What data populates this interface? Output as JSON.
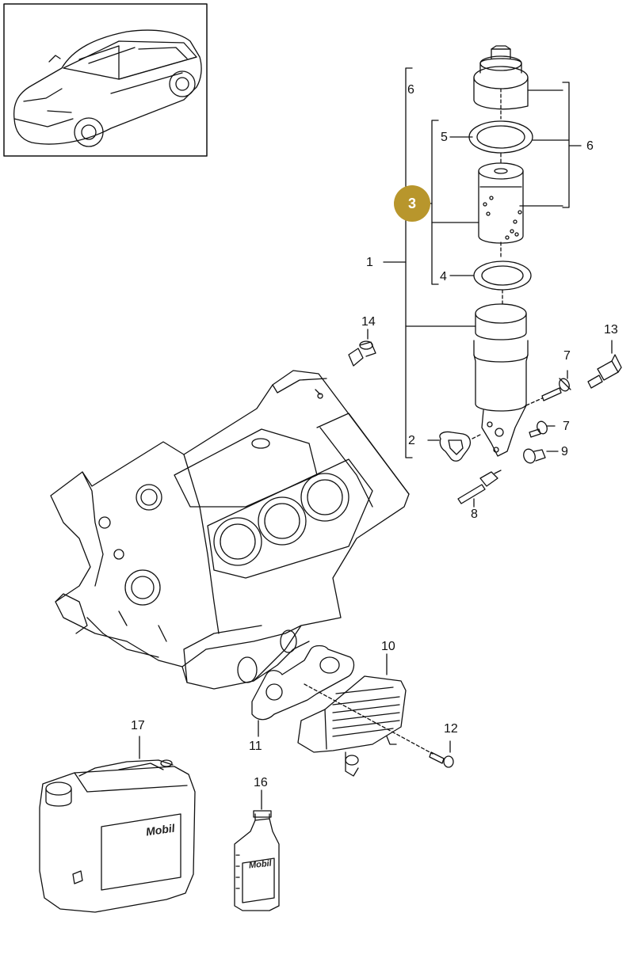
{
  "diagram": {
    "callouts": [
      {
        "id": "c1",
        "text": "1"
      },
      {
        "id": "c2",
        "text": "2"
      },
      {
        "id": "c3",
        "text": "3"
      },
      {
        "id": "c4",
        "text": "4"
      },
      {
        "id": "c5",
        "text": "5"
      },
      {
        "id": "c6a",
        "text": "6"
      },
      {
        "id": "c6b",
        "text": "6"
      },
      {
        "id": "c7",
        "text": "7"
      },
      {
        "id": "c8",
        "text": "8"
      },
      {
        "id": "c9",
        "text": "9"
      },
      {
        "id": "c10",
        "text": "10"
      },
      {
        "id": "c11",
        "text": "11"
      },
      {
        "id": "c12",
        "text": "12"
      },
      {
        "id": "c13",
        "text": "13"
      },
      {
        "id": "c14",
        "text": "14"
      },
      {
        "id": "c15",
        "text": "15"
      },
      {
        "id": "c16",
        "text": "16"
      },
      {
        "id": "c17",
        "text": "17"
      }
    ],
    "brand_canister": "Mobil",
    "brand_bottle": "Mobil",
    "highlight_color": "#b8962c"
  }
}
